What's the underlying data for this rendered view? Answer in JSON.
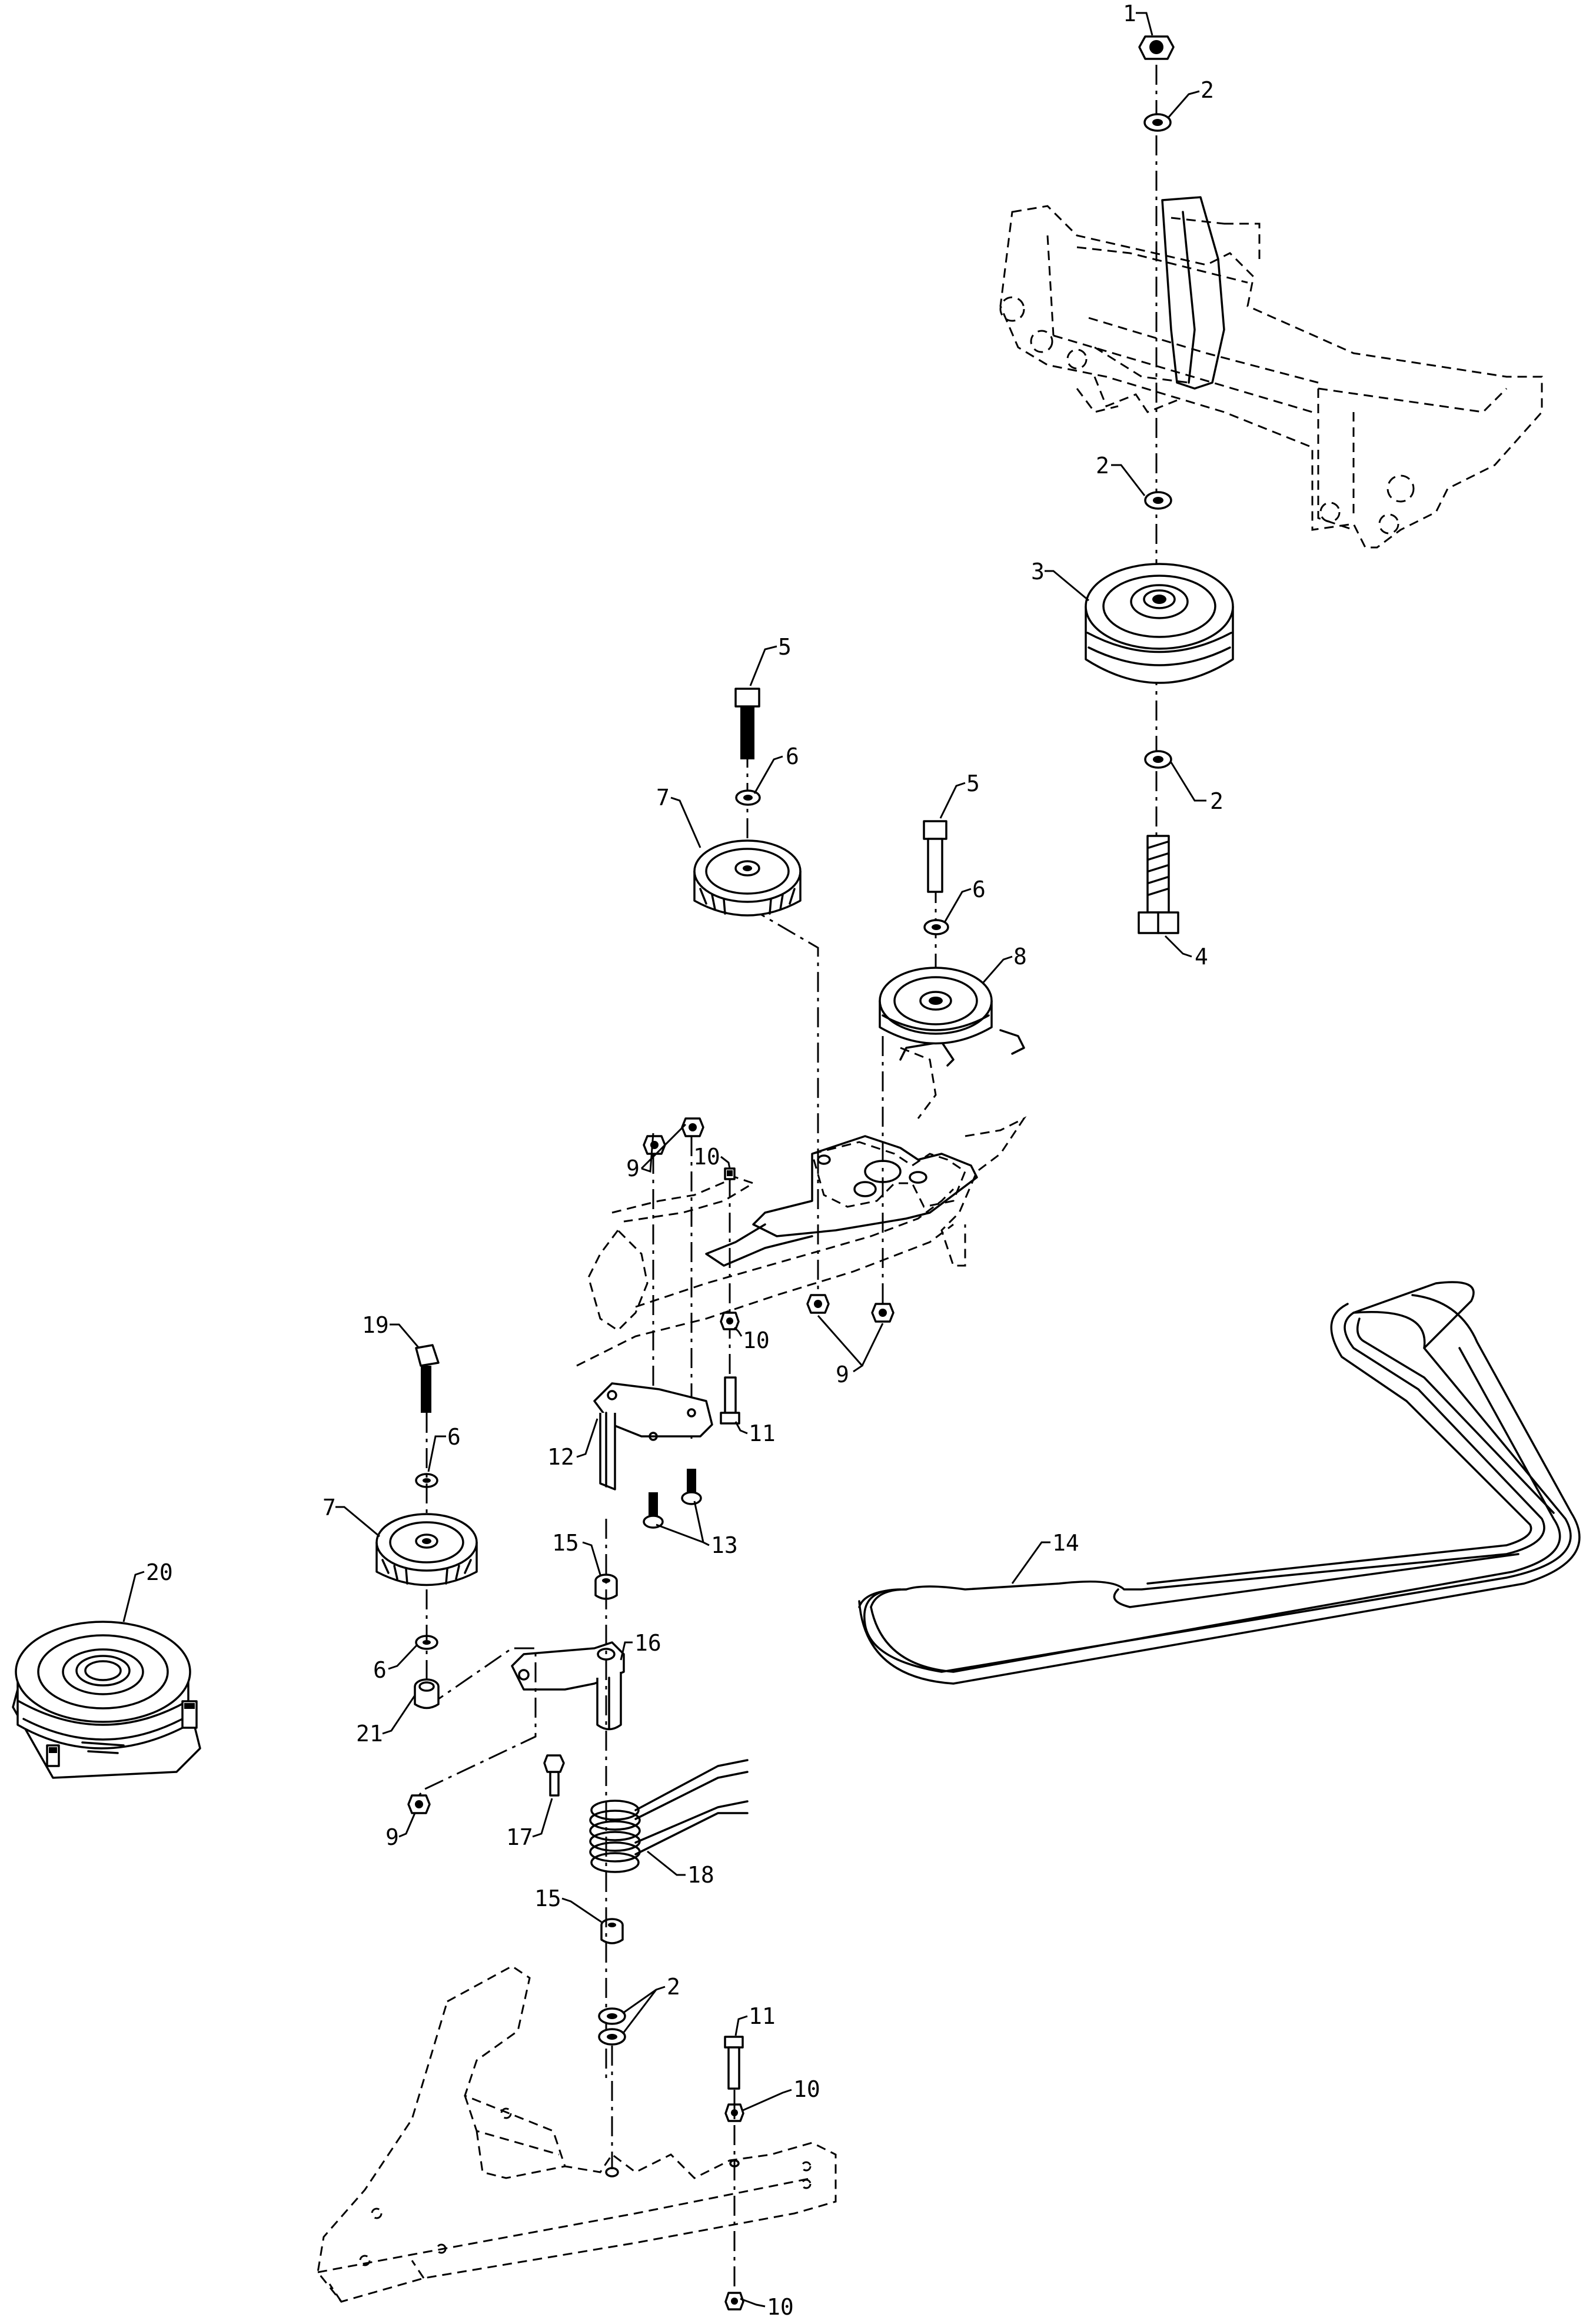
{
  "callouts": {
    "c1": "1",
    "c2a": "2",
    "c2b": "2",
    "c2c": "2",
    "c2d": "2",
    "c3": "3",
    "c4": "4",
    "c5a": "5",
    "c5b": "5",
    "c6a": "6",
    "c6b": "6",
    "c6c": "6",
    "c6d": "6",
    "c7a": "7",
    "c7b": "7",
    "c8": "8",
    "c9a": "9",
    "c9b": "9",
    "c9c": "9",
    "c10a": "10",
    "c10b": "10",
    "c10c": "10",
    "c10d": "10",
    "c11a": "11",
    "c11b": "11",
    "c12": "12",
    "c13": "13",
    "c14": "14",
    "c15a": "15",
    "c15b": "15",
    "c16": "16",
    "c17": "17",
    "c18": "18",
    "c19": "19",
    "c20": "20",
    "c21": "21"
  }
}
